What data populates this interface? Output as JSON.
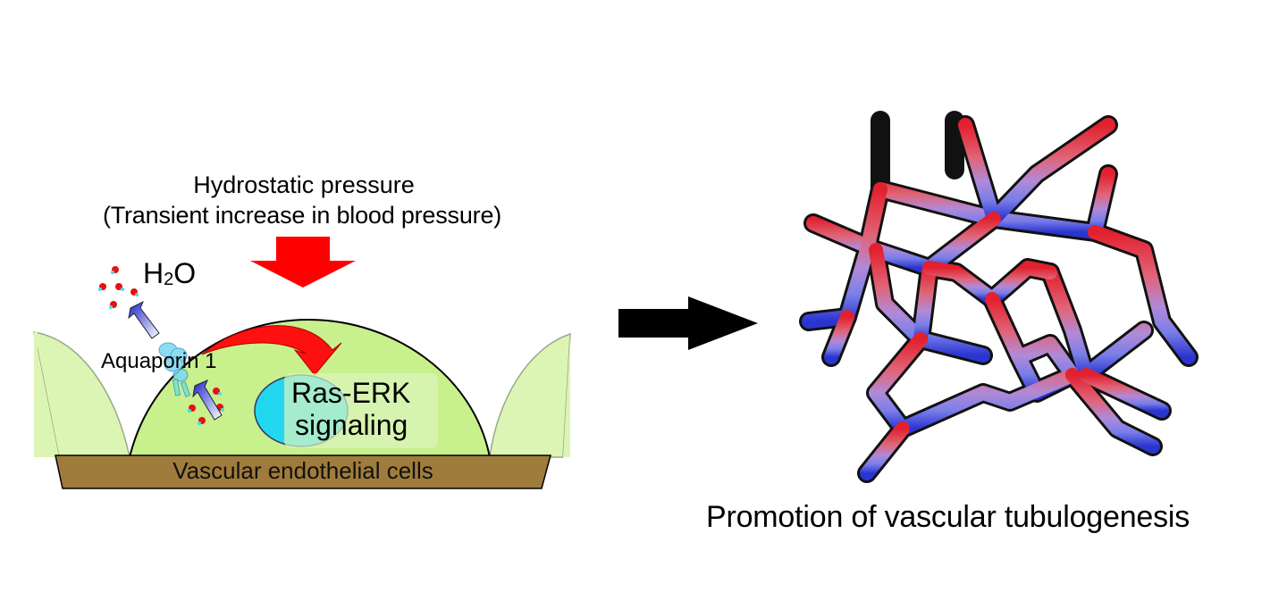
{
  "left_panel": {
    "title_line1": "Hydrostatic pressure",
    "title_line2": "(Transient increase in blood pressure)",
    "water_label_main": "H",
    "water_label_sub": "2",
    "water_label_end": "O",
    "channel_label": "Aquaporin 1",
    "signaling_line1": "Ras-ERK",
    "signaling_line2": "signaling",
    "base_label": "Vascular endothelial cells"
  },
  "right_panel": {
    "caption": "Promotion of vascular tubulogenesis"
  },
  "colors": {
    "pressure_arrow": "#ff0000",
    "cell_fill": "#c8f08c",
    "side_cell_fill": "#dcf5b4",
    "base_fill": "#a07c3c",
    "nucleus_fill": "#22d8f0",
    "network_top": "#e0283c",
    "network_bottom": "#3c44d8",
    "transition_arrow": "#000000"
  }
}
